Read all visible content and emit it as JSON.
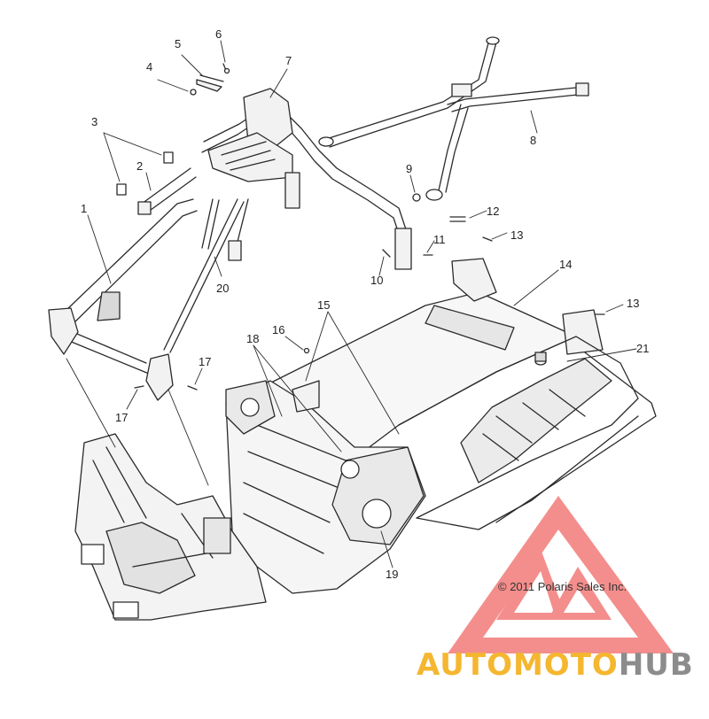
{
  "diagram": {
    "callouts": [
      "1",
      "2",
      "3",
      "4",
      "5",
      "6",
      "7",
      "8",
      "9",
      "10",
      "11",
      "12",
      "13",
      "13",
      "14",
      "15",
      "16",
      "17",
      "17",
      "18",
      "19",
      "20",
      "21"
    ],
    "copyright": "© 2011 Polaris Sales Inc."
  },
  "watermark": {
    "brand_part1": "AUTOMOTO",
    "brand_part2": "HUB",
    "colors": {
      "logo": "#f27b78",
      "part1": "#f5b630",
      "part2": "#8c8c8c"
    }
  },
  "colors": {
    "line": "#2a2a2a",
    "fill_light": "#f2f2f2",
    "fill_mid": "#d9d9d9"
  }
}
